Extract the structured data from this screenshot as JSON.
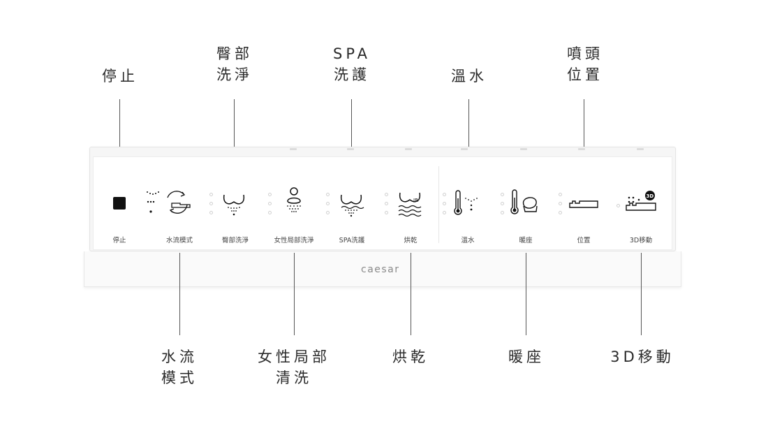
{
  "callouts_top": [
    {
      "id": "stop",
      "lines": [
        "停止"
      ]
    },
    {
      "id": "rear",
      "lines": [
        "臀部",
        "洗淨"
      ]
    },
    {
      "id": "spa",
      "lines": [
        "SPA",
        "洗護"
      ]
    },
    {
      "id": "temp",
      "lines": [
        "溫水"
      ]
    },
    {
      "id": "nozzle",
      "lines": [
        "噴頭",
        "位置"
      ]
    }
  ],
  "callouts_bottom": [
    {
      "id": "flow",
      "lines": [
        "水流",
        "模式"
      ]
    },
    {
      "id": "feminine",
      "lines": [
        "女性局部",
        "清洗"
      ]
    },
    {
      "id": "dry",
      "lines": [
        "烘乾"
      ]
    },
    {
      "id": "seat",
      "lines": [
        "暖座"
      ]
    },
    {
      "id": "move3d",
      "lines": [
        "3D移動"
      ]
    }
  ],
  "buttons": [
    {
      "label": "停止",
      "icon": "stop-square-icon"
    },
    {
      "label": "水流模式",
      "icon": "water-flow-mode-icon"
    },
    {
      "label": "臀部洗淨",
      "icon": "rear-wash-icon"
    },
    {
      "label": "女性局部洗淨",
      "icon": "feminine-wash-icon"
    },
    {
      "label": "SPA洗護",
      "icon": "spa-wash-icon"
    },
    {
      "label": "烘乾",
      "icon": "ir-dryer-icon"
    },
    {
      "label": "溫水",
      "icon": "water-temperature-icon"
    },
    {
      "label": "暖座",
      "icon": "seat-heating-icon"
    },
    {
      "label": "位置",
      "icon": "nozzle-position-icon"
    },
    {
      "label": "3D移動",
      "icon": "3d-movement-icon"
    }
  ],
  "brand": "caesar",
  "badges": {
    "ir": "IR",
    "three_d": "3D"
  },
  "colors": {
    "icon": "#111111",
    "leader": "#555555",
    "text": "#2a2a2a"
  }
}
